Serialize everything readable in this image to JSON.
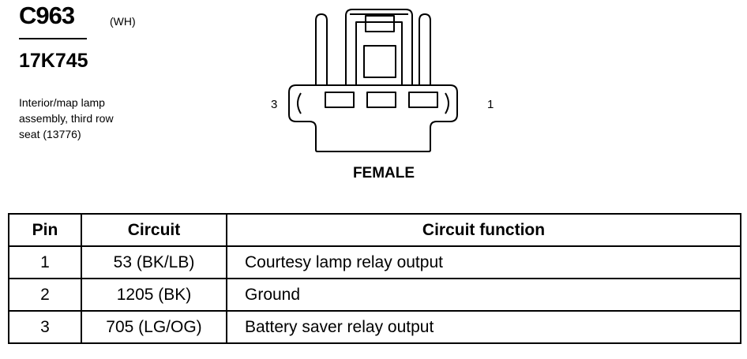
{
  "header": {
    "connector_id": "C963",
    "color_code": "(WH)",
    "part_number": "17K745",
    "description_lines": [
      "Interior/map lamp",
      "assembly, third row",
      "seat (13776)"
    ]
  },
  "diagram": {
    "pin_left_label": "3",
    "pin_right_label": "1",
    "gender_label": "FEMALE"
  },
  "table": {
    "headers": {
      "pin": "Pin",
      "circuit": "Circuit",
      "function": "Circuit function"
    },
    "rows": [
      {
        "pin": "1",
        "circuit": "53 (BK/LB)",
        "function": "Courtesy lamp relay output"
      },
      {
        "pin": "2",
        "circuit": "1205 (BK)",
        "function": "Ground"
      },
      {
        "pin": "3",
        "circuit": "705 (LG/OG)",
        "function": "Battery saver relay output"
      }
    ]
  }
}
